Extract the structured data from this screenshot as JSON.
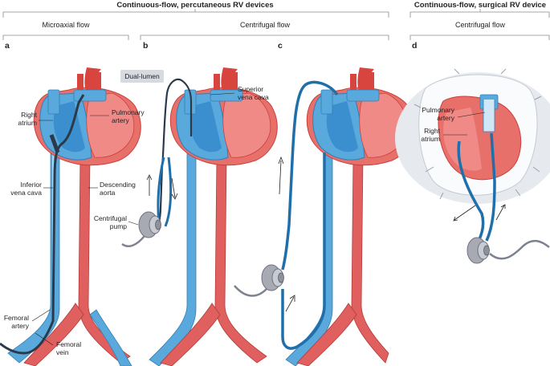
{
  "headers": {
    "percutaneous": "Continuous-flow, percutaneous RV devices",
    "surgical": "Continuous-flow, surgical RV device"
  },
  "subheaders": {
    "microaxial": "Microaxial flow",
    "centrifugal_percutaneous": "Centrifugal flow",
    "centrifugal_surgical": "Centrifugal flow"
  },
  "panels": {
    "a": "a",
    "b": "b",
    "c": "c",
    "d": "d"
  },
  "labels": {
    "right_atrium": [
      "Right",
      "atrium"
    ],
    "pulmonary_artery": [
      "Pulmonary",
      "artery"
    ],
    "inferior_vena_cava": [
      "Inferior",
      "vena cava"
    ],
    "descending_aorta": [
      "Descending",
      "aorta"
    ],
    "femoral_artery": [
      "Femoral",
      "artery"
    ],
    "femoral_vein": [
      "Femoral",
      "vein"
    ],
    "dual_lumen": "Dual-lumen",
    "superior_vena_cava": [
      "Superior",
      "vena cava"
    ],
    "centrifugal_pump": [
      "Centrifugal",
      "pump"
    ],
    "pulmonary_artery_d": [
      "Pulmonary",
      "artery"
    ],
    "right_atrium_d": [
      "Right",
      "atrium"
    ]
  },
  "colors": {
    "vein_blue": "#5aa9dc",
    "vein_blue_light": "#a9d3ef",
    "artery_red": "#e05f5f",
    "artery_red_light": "#f3a3a0",
    "heart_red": "#e8706b",
    "heart_red_dark": "#c9403c",
    "device_blue": "#1f6fab",
    "cannula_dark": "#2b3a4a",
    "pump_grey": "#a7aab3",
    "tissue_grey": "#e6e9ee",
    "bracket_grey": "#8a8a8a"
  },
  "icons": [
    "heart-illustration",
    "centrifugal-pump-icon",
    "flow-arrow-icon",
    "retractor-hook-icon"
  ]
}
